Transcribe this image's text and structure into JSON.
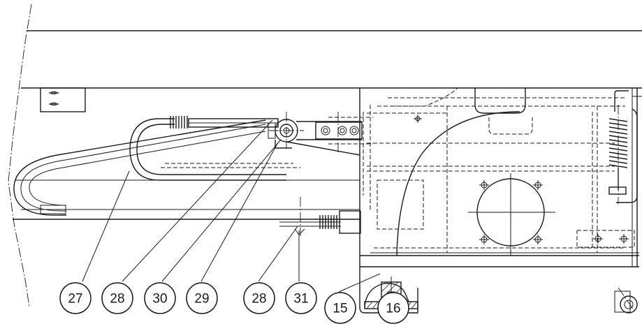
{
  "callouts": [
    {
      "id": "c27",
      "label": "27"
    },
    {
      "id": "c28a",
      "label": "28"
    },
    {
      "id": "c30",
      "label": "30"
    },
    {
      "id": "c29",
      "label": "29"
    },
    {
      "id": "c28b",
      "label": "28"
    },
    {
      "id": "c31",
      "label": "31"
    },
    {
      "id": "c15",
      "label": "15"
    },
    {
      "id": "c16",
      "label": "16"
    }
  ],
  "colors": {
    "line": "#1a1a1a",
    "background": "#ffffff"
  }
}
